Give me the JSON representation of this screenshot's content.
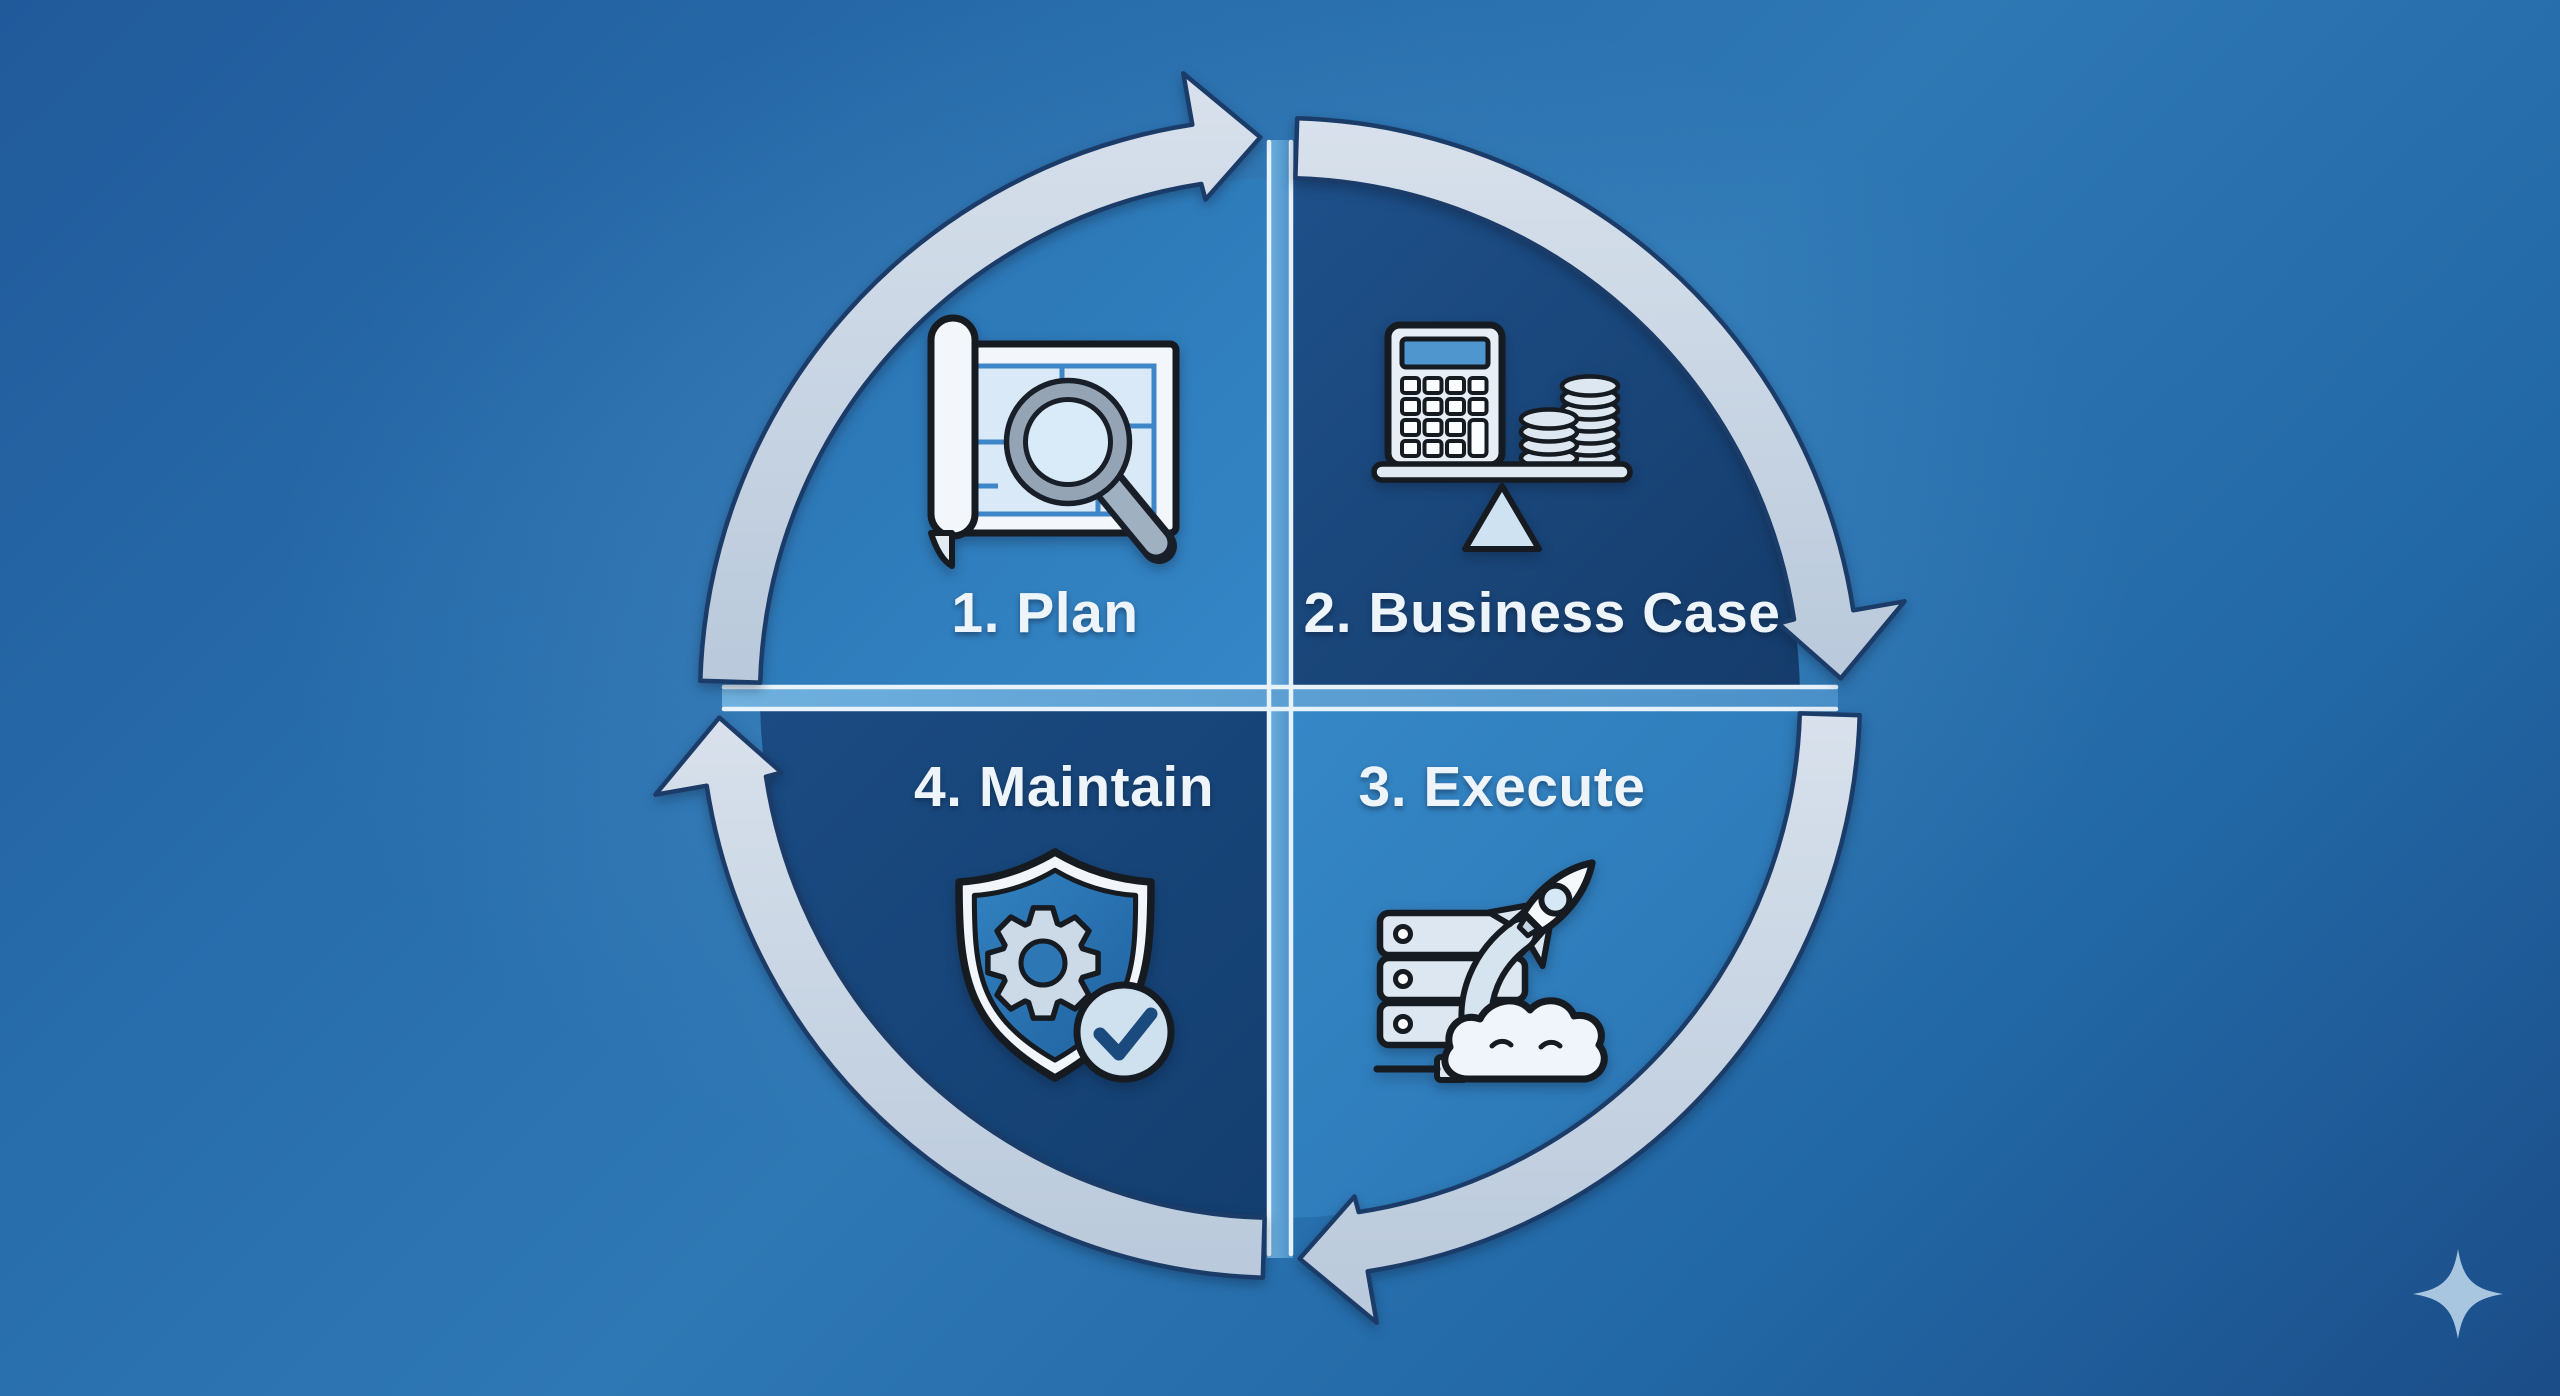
{
  "diagram_type": "four-phase-cycle",
  "phases": [
    {
      "label": "1. Plan",
      "icon": "blueprint-magnifier-icon",
      "position": "top-left",
      "fill": "#2e7cba"
    },
    {
      "label": "2. Business Case",
      "icon": "calculator-coins-balance-icon",
      "position": "top-right",
      "fill": "#1b4a80"
    },
    {
      "label": "3. Execute",
      "icon": "server-rocket-launch-icon",
      "position": "bottom-right",
      "fill": "#2e7fbe"
    },
    {
      "label": "4. Maintain",
      "icon": "shield-gear-check-icon",
      "position": "bottom-left",
      "fill": "#17457b"
    }
  ],
  "cycle": {
    "direction": "clockwise",
    "arrow_count": 4
  },
  "colors": {
    "background_center": "#2e76b2",
    "background_edge": "#1c5190",
    "arrow_band": "#c9d6e5",
    "outline_navy": "#1b3c68",
    "divider_band": "#579dd3",
    "divider_highlight": "#f3f9fe",
    "label_text": "#edf4fa",
    "sparkle": "#a9c6e0"
  },
  "decoration": {
    "sparkle_glyph": "✦"
  }
}
